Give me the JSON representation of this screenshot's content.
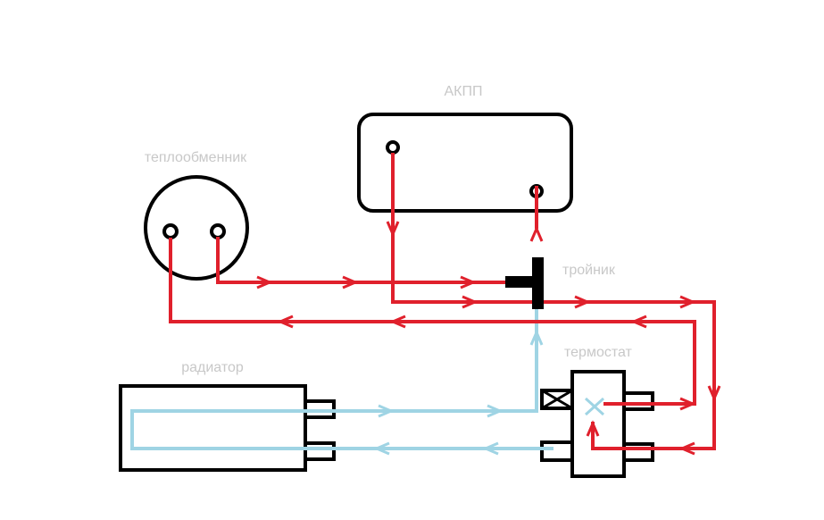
{
  "labels": {
    "akpp": "АКПП",
    "heat_exchanger": "теплообменник",
    "tee": "тройник",
    "thermostat": "термостат",
    "radiator": "радиатор"
  },
  "colors": {
    "hot_line": "#e0202c",
    "cool_line": "#9fd4e4",
    "outline": "#000000",
    "label_text": "#c8c8c8"
  }
}
